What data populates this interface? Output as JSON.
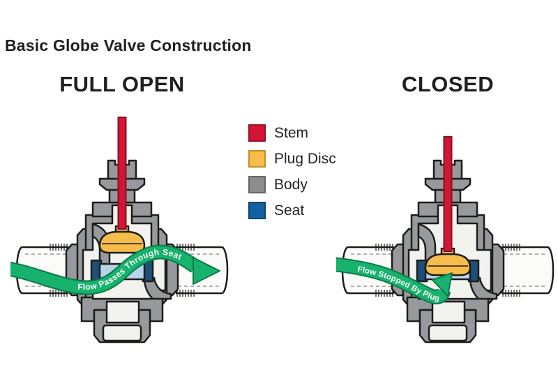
{
  "title": "Basic Globe Valve Construction",
  "diagrams": [
    {
      "heading": "FULL OPEN",
      "state": "open",
      "flow_label": "Flow Passes Through Seat"
    },
    {
      "heading": "CLOSED",
      "state": "closed",
      "flow_label": "Flow Stopped By Plug"
    }
  ],
  "legend": {
    "items": [
      {
        "label": "Stem",
        "color": "#d21634",
        "border": "#9d1026"
      },
      {
        "label": "Plug Disc",
        "color": "#f6bd4c",
        "border": "#c28f2c"
      },
      {
        "label": "Body",
        "color": "#8a8c8f",
        "border": "#65676a"
      },
      {
        "label": "Seat",
        "color": "#1261a0",
        "border": "#0c466f"
      }
    ]
  },
  "colors": {
    "body_gray": "#97999c",
    "cavity_white": "#f2f2ef",
    "pipe_white": "#fbfbf9",
    "outline": "#1d1d1b",
    "stem_red": "#d21634",
    "stem_edge": "#8e0e23",
    "plug_yellow": "#f6bd4c",
    "seat_light": "#b7d4e8",
    "seat_dark": "#1c4f79",
    "flow_green": "#17b26d",
    "flow_green_dark": "#0d7a4a",
    "flow_text": "#ffffff"
  }
}
